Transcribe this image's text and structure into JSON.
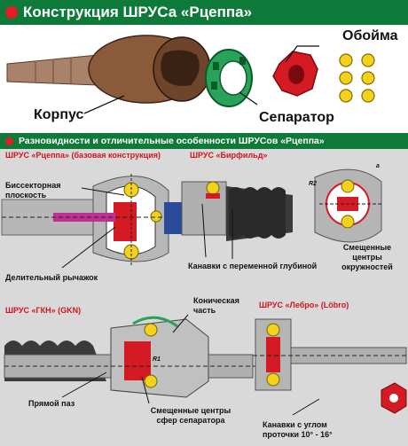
{
  "header_top": "Конструкция ШРУСа «Рцеппа»",
  "header_bottom": "Разновидности и отличительные особенности ШРУСов «Рцеппа»",
  "top_labels": {
    "obojma": "Обойма",
    "korpus": "Корпус",
    "separator": "Сепаратор"
  },
  "rzeppa": {
    "title": "ШРУС «Рцеппа» (базовая конструкция)",
    "bisector": "Биссекторная плоскость",
    "lever": "Делительный рычажок"
  },
  "birfield": {
    "title": "ШРУС «Бирфильд»",
    "grooves": "Канавки с переменной глубиной",
    "offset": "Смещенные центры окружностей",
    "sym_a": "a",
    "sym_r2": "R2"
  },
  "gkn": {
    "title": "ШРУС «ГКН» (GKN)",
    "conical": "Коническая часть",
    "straight": "Прямой паз",
    "centers": "Смещенные центры сфер сепаратора",
    "sym_r1": "R1"
  },
  "lobro": {
    "title": "ШРУС «Лебро» (Löbro)",
    "grooves": "Канавки с углом проточки 10° - 16°"
  },
  "colors": {
    "header_green": "#0e7a3a",
    "accent_red": "#e41d24",
    "ball_yellow": "#f2d21b",
    "cage_green": "#2aa35a",
    "metal_brown": "#8a5a3a"
  }
}
